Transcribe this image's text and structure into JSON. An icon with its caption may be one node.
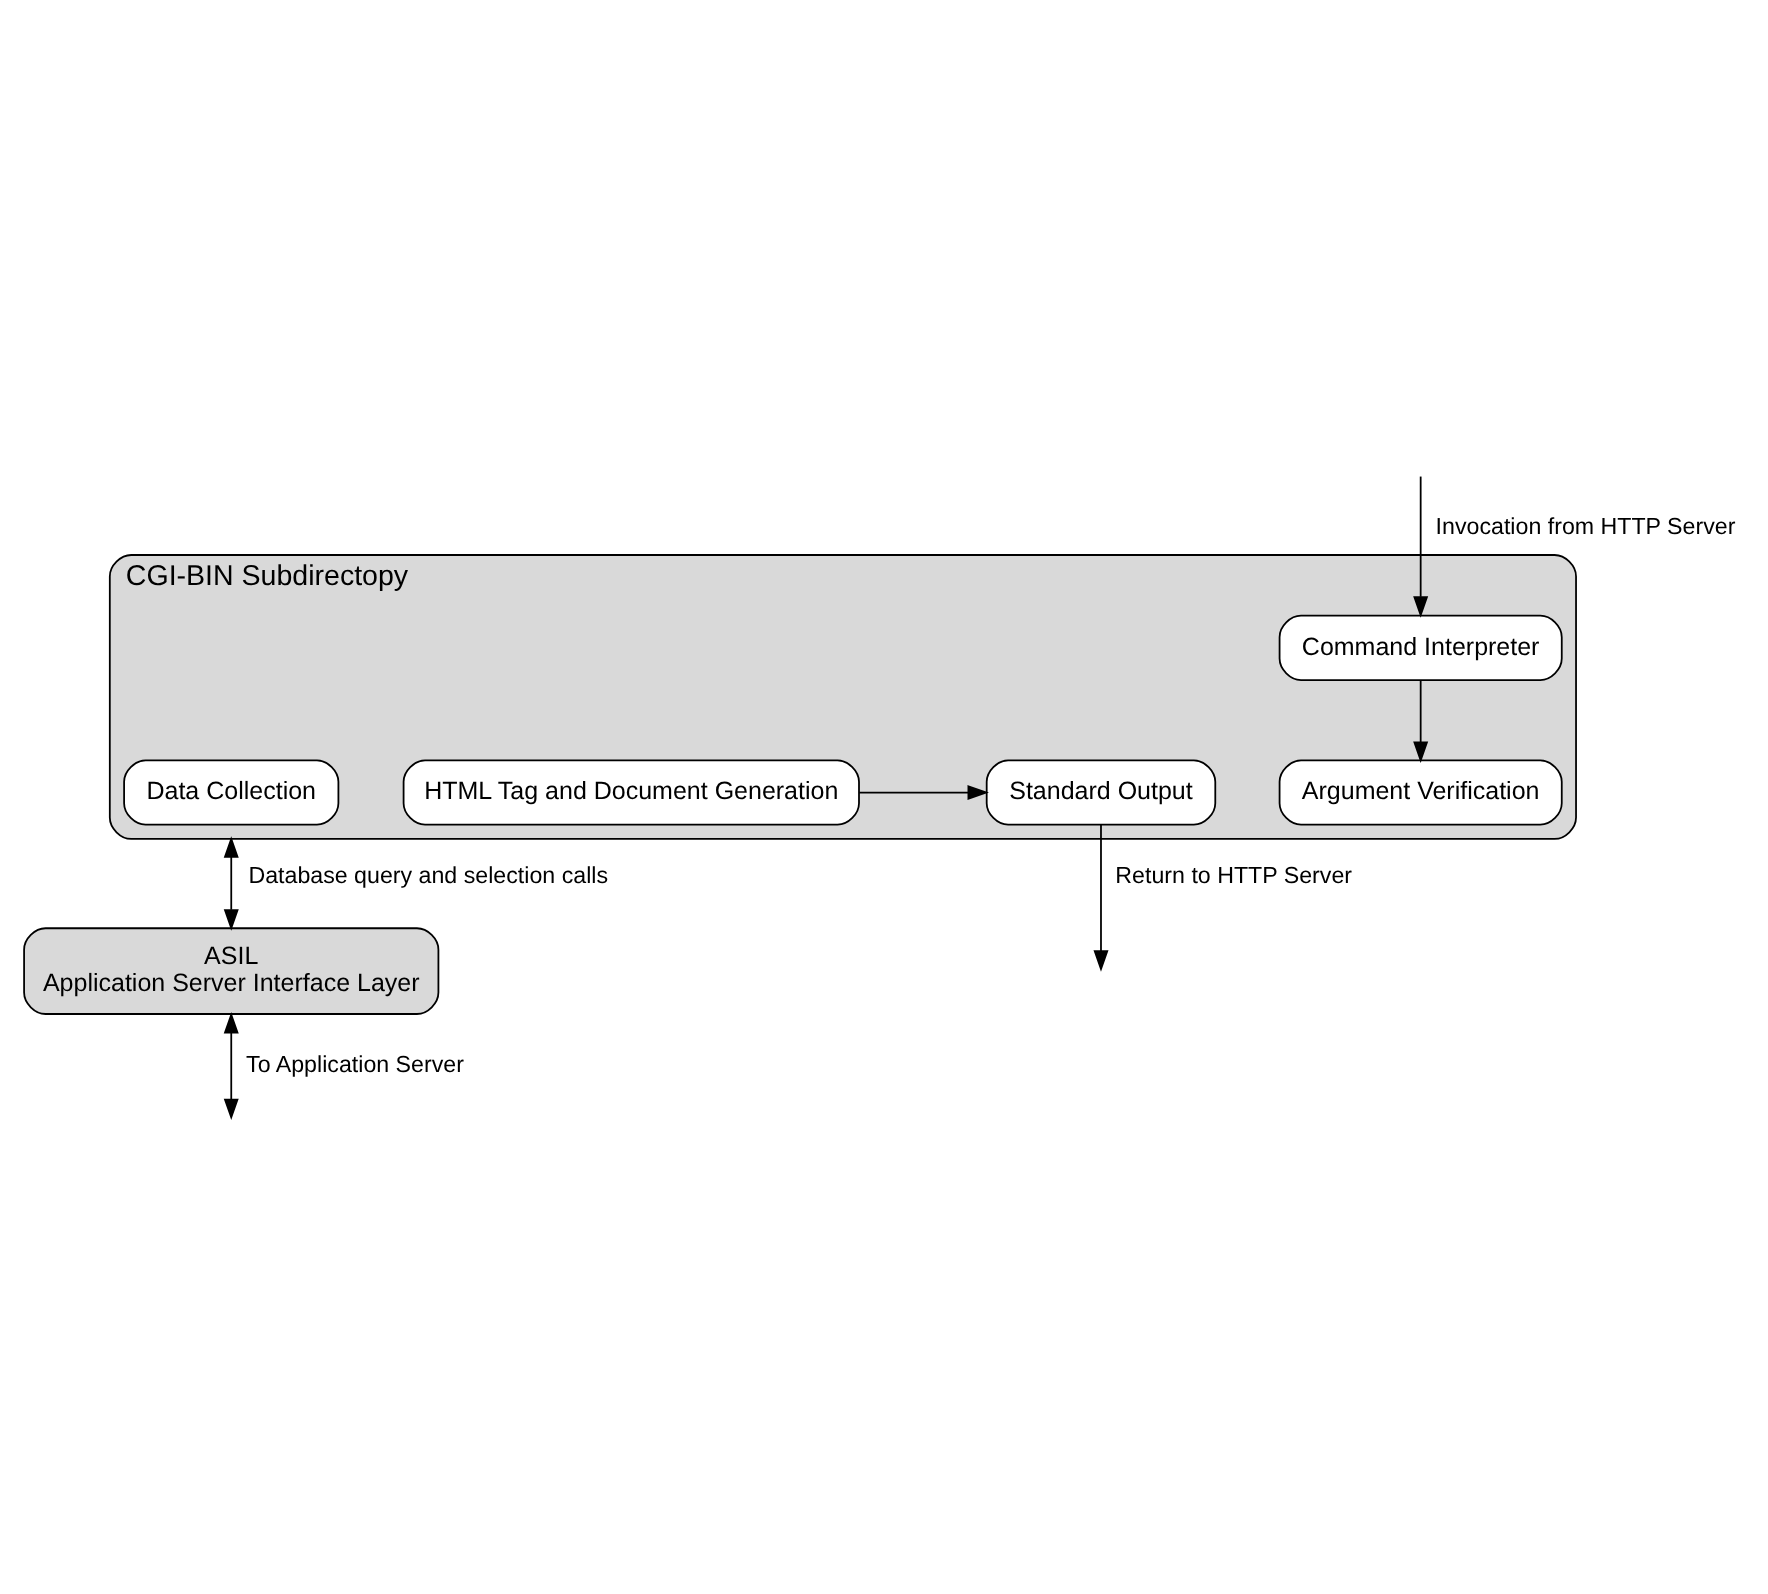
{
  "diagram": {
    "nodes": [
      {
        "text": [
          "CGI-BIN Subdirectopy"
        ]
      },
      {
        "text": [
          "Command Interpreter"
        ],
        "in": 0
      },
      {
        "text": [
          "Argument Verification"
        ],
        "in": 0
      },
      {
        "text": [
          "Data Collection"
        ],
        "in": 0
      },
      {
        "text": [
          "HTML Tag and Document Generation"
        ],
        "in": 0
      },
      {
        "text": [
          "Standard Output"
        ],
        "in": 0
      },
      {
        "text": [
          "ASIL",
          "Application Server Interface Layer"
        ]
      }
    ],
    "edges": [
      {
        "from": null,
        "to": 1,
        "arrow": "to",
        "label": "Invocation from HTTP Server"
      },
      {
        "from": 1,
        "to": 2,
        "arrow": "to"
      },
      {
        "from": 4,
        "to": 5,
        "arrow": "to"
      },
      {
        "from": 5,
        "to": null,
        "arrow": "to",
        "label": "Return to HTTP Server"
      },
      {
        "from": 0,
        "to": 6,
        "arrow": "both",
        "label": "Database query and selection calls"
      },
      {
        "from": 6,
        "to": null,
        "arrow": "both",
        "label": "To Application Server"
      }
    ]
  }
}
